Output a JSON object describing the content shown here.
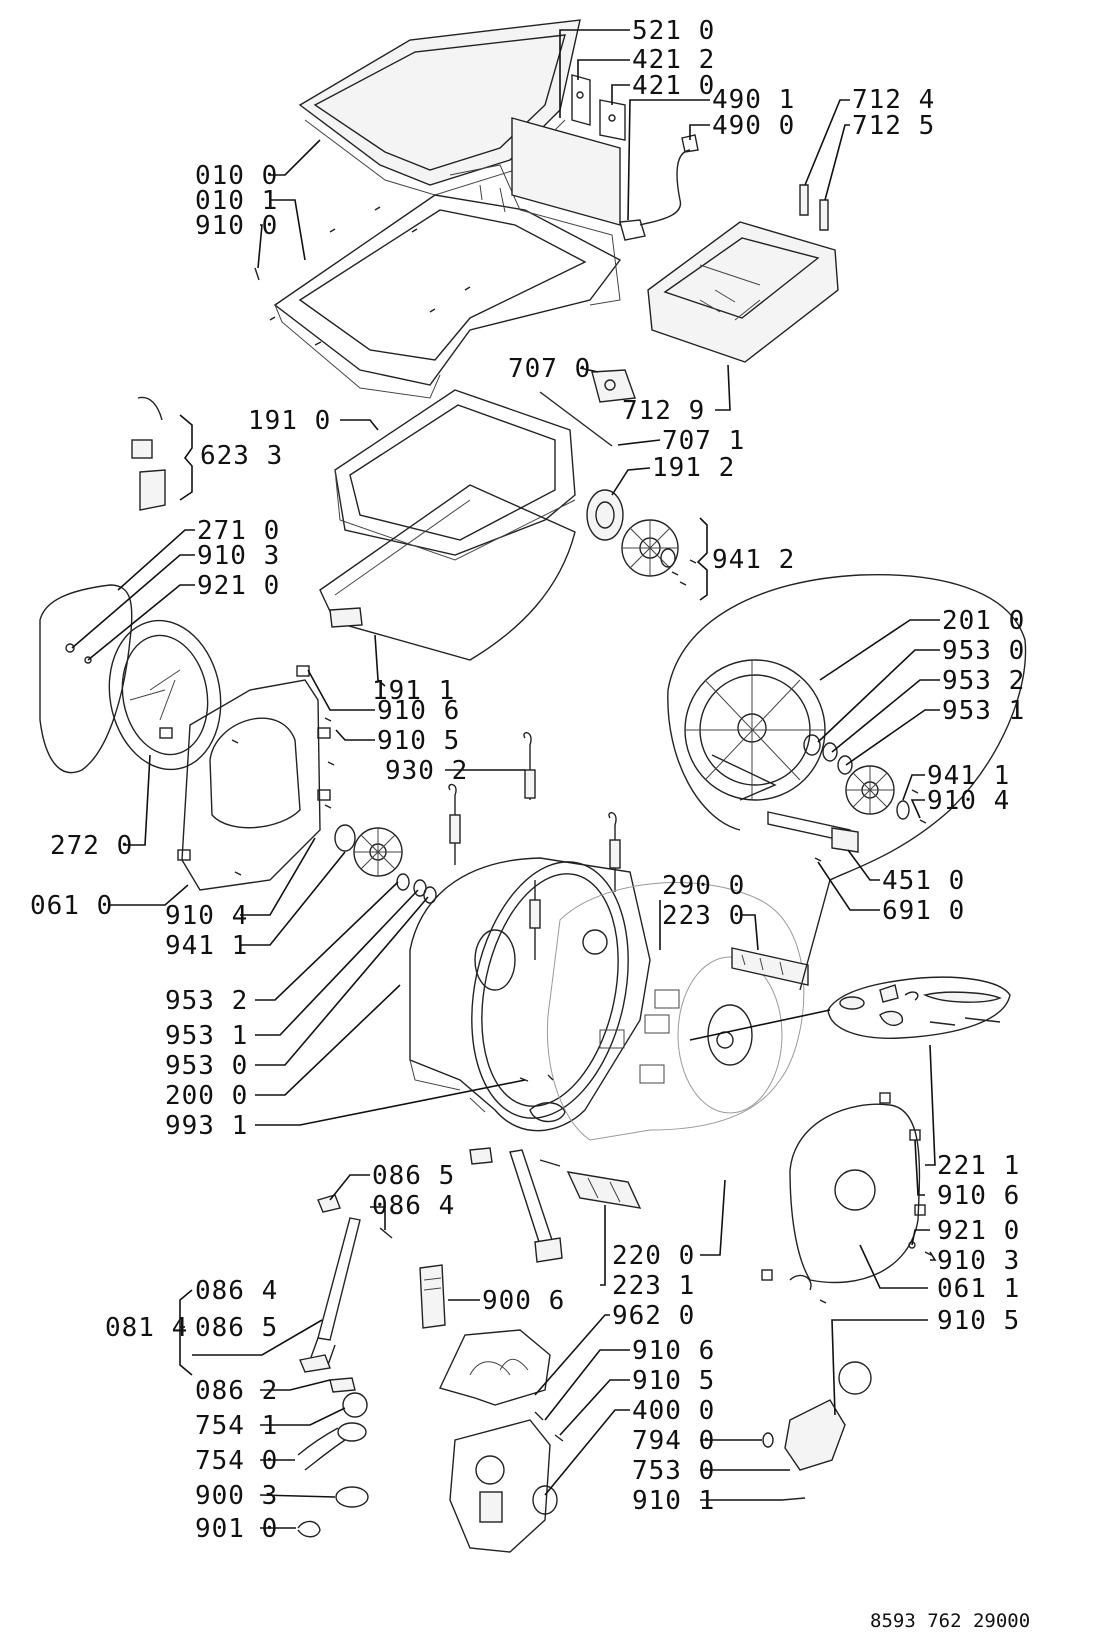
{
  "labels": {
    "l5210": "521 0",
    "l4212": "421 2",
    "l4210": "421 0",
    "l4901": "490 1",
    "l4900": "490 0",
    "l7124": "712 4",
    "l7125": "712 5",
    "l0100": "010 0",
    "l0101": "010 1",
    "l9100": "910 0",
    "l7070": "707 0",
    "l7129": "712 9",
    "l1910": "191 0",
    "l7071": "707 1",
    "l6233": "623 3",
    "l1912": "191 2",
    "l2710": "271 0",
    "l9103a": "910 3",
    "l9210a": "921 0",
    "l9412": "941 2",
    "l2010": "201 0",
    "l9530a": "953 0",
    "l9532a": "953 2",
    "l9531a": "953 1",
    "l1911": "191 1",
    "l9106a": "910 6",
    "l9105a": "910 5",
    "l9302": "930 2",
    "l9411a": "941 1",
    "l9104a": "910 4",
    "l2720": "272 0",
    "l4510": "451 0",
    "l0610": "061 0",
    "l6910": "691 0",
    "l9104b": "910 4",
    "l9411b": "941 1",
    "l2900": "290 0",
    "l2230": "223 0",
    "l9532b": "953 2",
    "l9531b": "953 1",
    "l9530b": "953 0",
    "l2000": "200 0",
    "l9931": "993 1",
    "l2211": "221 1",
    "l0865a": "086 5",
    "l9106b": "910 6",
    "l0864a": "086 4",
    "l9210b": "921 0",
    "l2200": "220 0",
    "l9103b": "910 3",
    "l2231": "223 1",
    "l0611": "061 1",
    "l0864b": "086 4",
    "l9006": "900 6",
    "l9105b": "910 5",
    "l0814": "081 4",
    "l0865b": "086 5",
    "l9620": "962 0",
    "l9106c": "910 6",
    "l0862": "086 2",
    "l9105c": "910 5",
    "l7541": "754 1",
    "l4000": "400 0",
    "l7540": "754 0",
    "l7940": "794 0",
    "l9003": "900 3",
    "l7530": "753 0",
    "l9010": "901 0",
    "l9101": "910 1"
  },
  "footer": "8593 762 29000"
}
